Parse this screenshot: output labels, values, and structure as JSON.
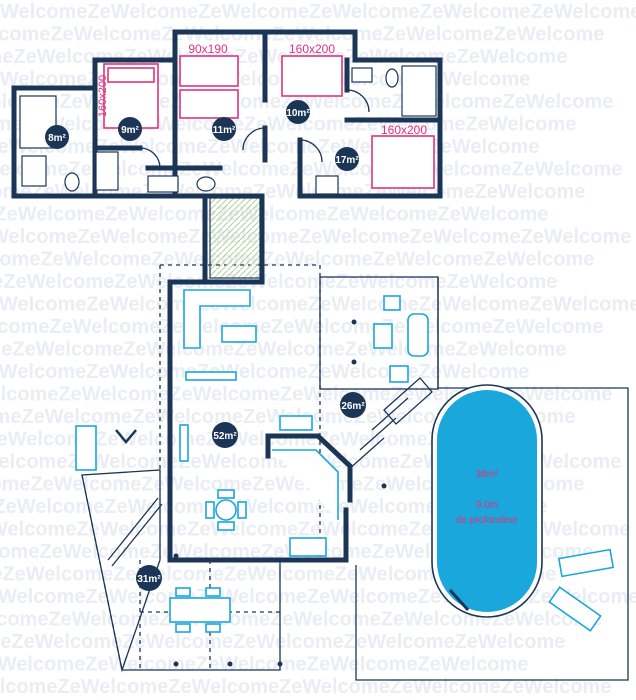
{
  "watermark_text": "WelcomeZeWelcomeZeWelcomeZeWelcomeZeWelcomeZeWelcome",
  "colors": {
    "walls": "#1b3557",
    "beds": "#e0337a",
    "furniture": "#1aa7dc",
    "pool": "#1aa7dc",
    "area_badge": "#1b3557",
    "patio_hatch": "#b9d6a6"
  },
  "beds": [
    {
      "label": "90x190"
    },
    {
      "label": "160x200"
    },
    {
      "label": "160x200"
    },
    {
      "label": "160x200"
    }
  ],
  "rooms": [
    {
      "area": "8m²"
    },
    {
      "area": "9m²"
    },
    {
      "area": "11m²"
    },
    {
      "area": "10m²"
    },
    {
      "area": "17m²"
    },
    {
      "area": "52m²"
    },
    {
      "area": "26m²"
    },
    {
      "area": "31m²"
    }
  ],
  "pool": {
    "line1": "38m²",
    "line2": "9.0m",
    "line3": "de profondeur"
  }
}
